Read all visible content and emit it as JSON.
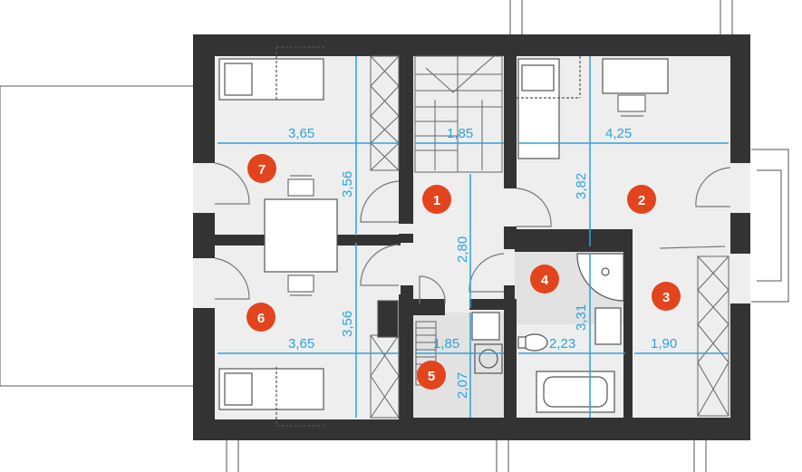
{
  "colors": {
    "wall": "#333333",
    "floor": "#eeeeee",
    "bath_floor": "#e2e2e2",
    "dimension": "#2aa3df",
    "badge": "#e2441d",
    "furniture": "#555555"
  },
  "rooms": [
    {
      "number": "1"
    },
    {
      "number": "2"
    },
    {
      "number": "3"
    },
    {
      "number": "4"
    },
    {
      "number": "5"
    },
    {
      "number": "6"
    },
    {
      "number": "7"
    }
  ],
  "dimensions": {
    "room7_width": "3,65",
    "room7_height": "3,56",
    "stair_width": "1,85",
    "room2_width": "4,25",
    "room2_height": "3,82",
    "hall_height": "2,80",
    "room6_width": "3,65",
    "room6_height": "3,56",
    "room5_width": "1,85",
    "room5_height": "2,07",
    "room4_width": "2,23",
    "room4_height": "3,31",
    "room3_width": "1,90"
  },
  "icons": [
    "bed-icon",
    "desk-icon",
    "chair-icon",
    "table-icon",
    "wardrobe-icon",
    "stairs-icon",
    "bathtub-icon",
    "shower-icon",
    "sink-icon",
    "toilet-icon",
    "washing-machine-icon",
    "door-swing-icon"
  ]
}
